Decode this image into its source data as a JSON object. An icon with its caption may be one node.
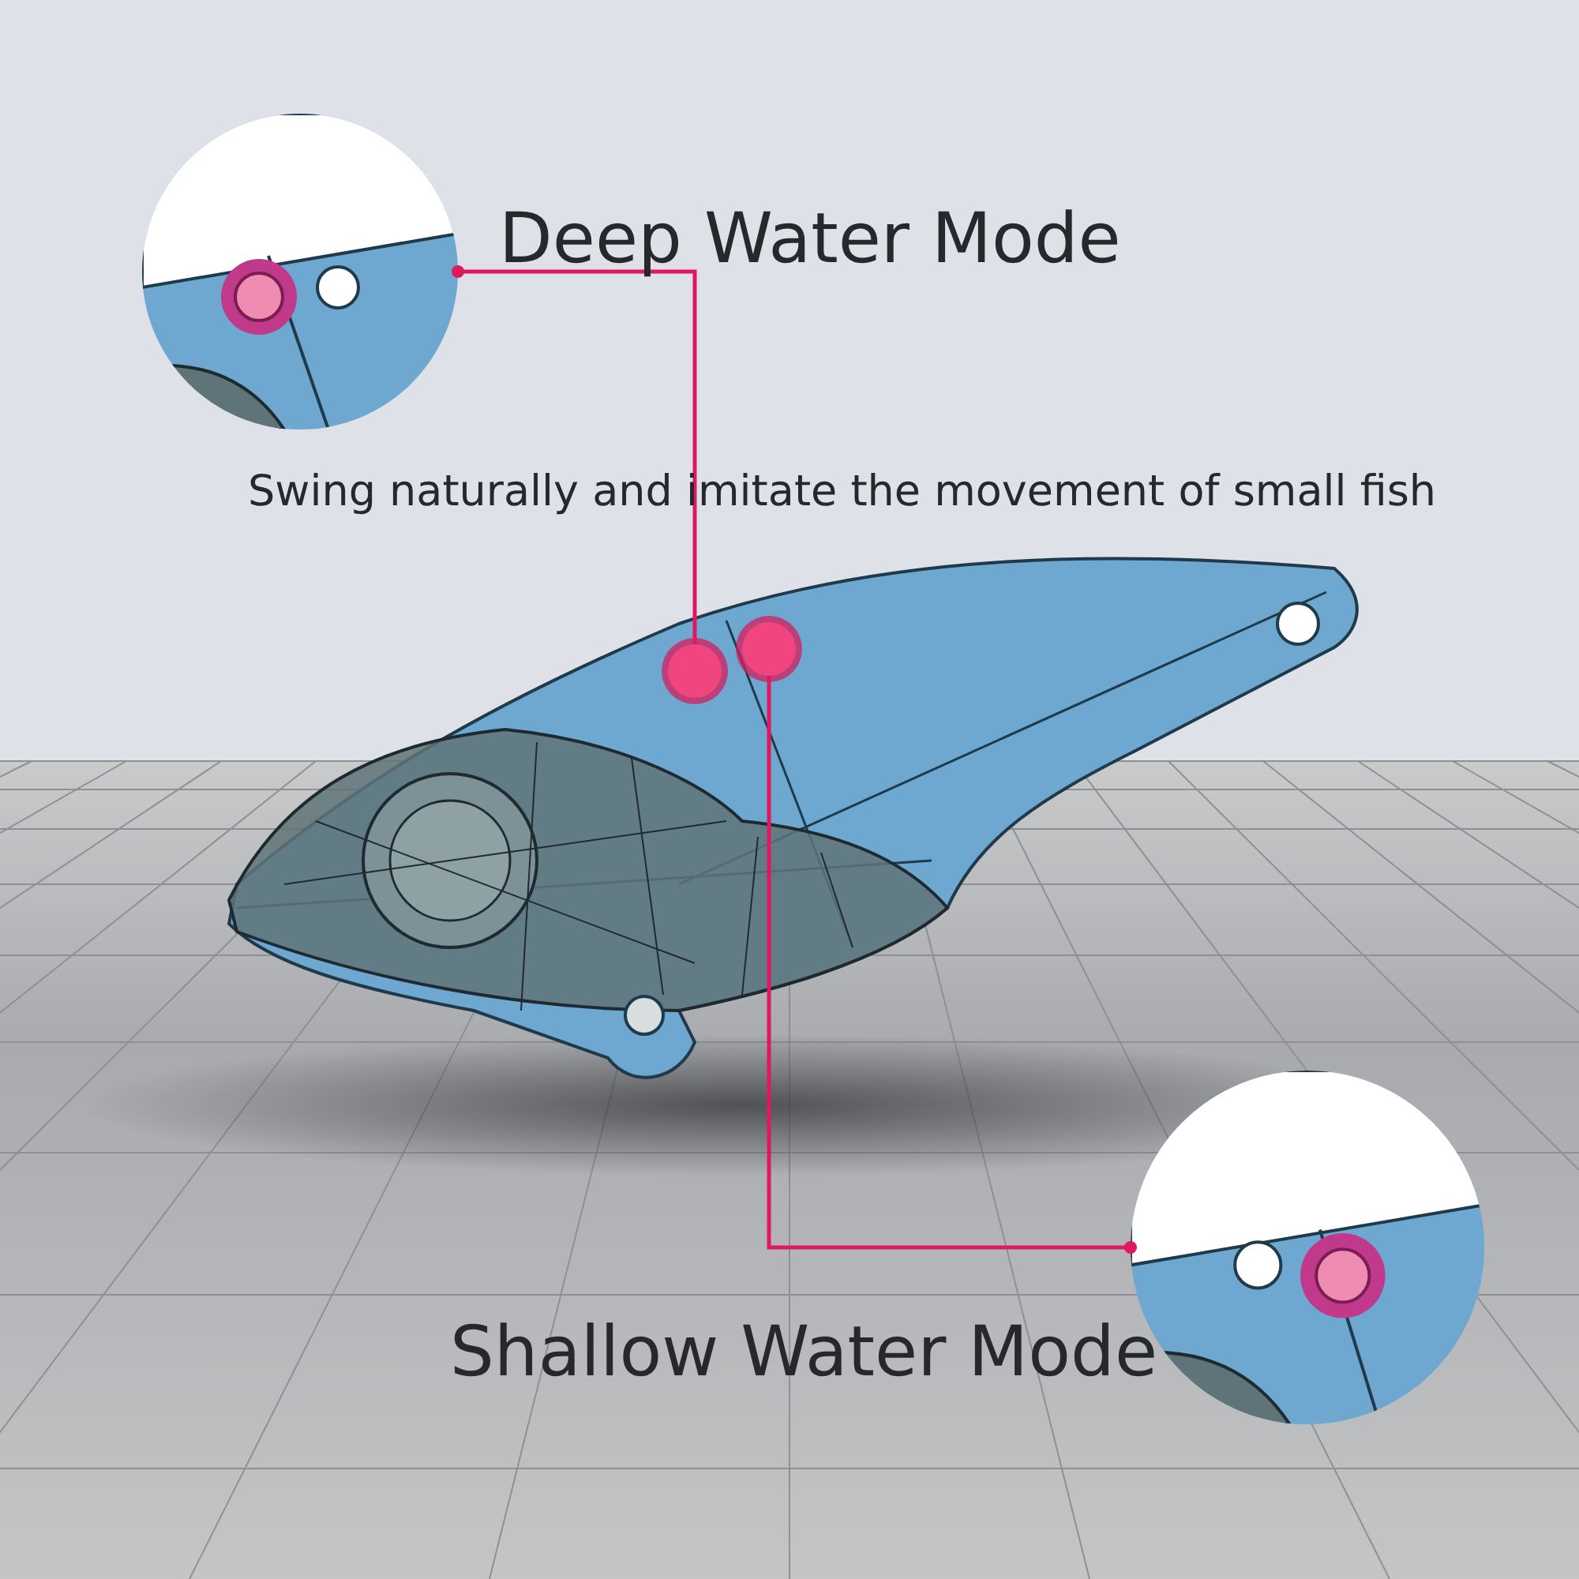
{
  "diagram": {
    "nodes": [
      {
        "text": [],
        "shape": "picture"
      },
      {
        "text": [],
        "shape": "circle"
      },
      {
        "text": [],
        "shape": "circle"
      },
      {
        "text": [],
        "shape": "picture"
      }
    ],
    "edges": [
      {
        "from": 0,
        "to": 1,
        "arrow": "other"
      },
      {
        "from": 3,
        "to": 2,
        "arrow": "other"
      }
    ],
    "labels": [
      "Deep Water Mode",
      "Swing naturally and imitate the movement of small fish",
      "Shallow Water Mode"
    ]
  }
}
